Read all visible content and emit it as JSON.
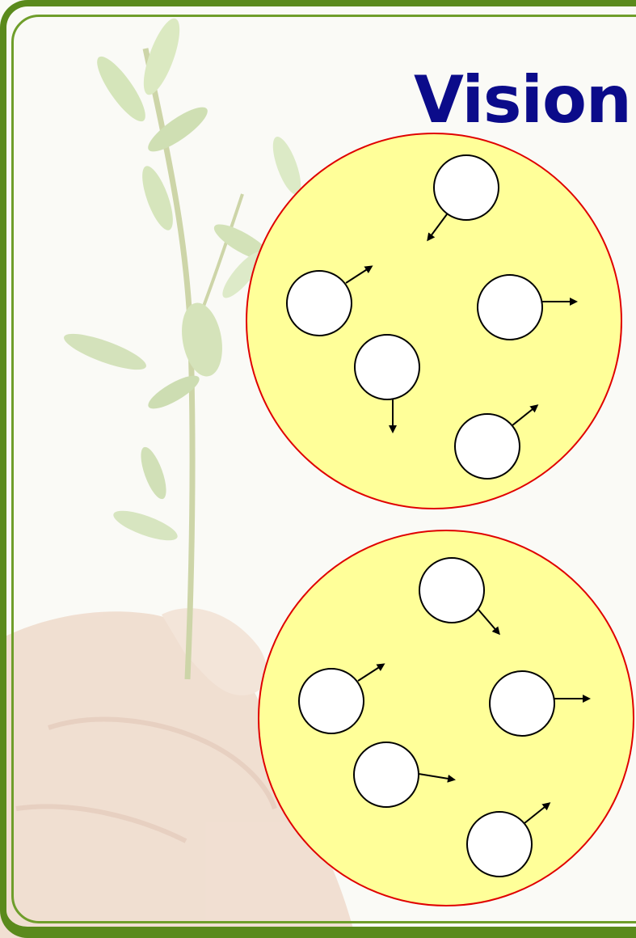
{
  "slide": {
    "title": "Vision"
  },
  "colors": {
    "title": "#0b0b8a",
    "frame": "#5a8a1c",
    "group_fill": "#ffff99",
    "group_stroke": "#e00000",
    "node_fill": "#ffffff",
    "node_stroke": "#000000",
    "arrow": "#000000"
  },
  "background_image": "hand-holding-seedling",
  "diagram": {
    "groups": [
      {
        "name": "group-top",
        "nodes": [
          {
            "name": "node-1",
            "direction": "down-left"
          },
          {
            "name": "node-2",
            "direction": "up-right"
          },
          {
            "name": "node-3",
            "direction": "right"
          },
          {
            "name": "node-4",
            "direction": "down"
          },
          {
            "name": "node-5",
            "direction": "up-right"
          }
        ]
      },
      {
        "name": "group-bottom",
        "nodes": [
          {
            "name": "node-1",
            "direction": "down-right"
          },
          {
            "name": "node-2",
            "direction": "up-right"
          },
          {
            "name": "node-3",
            "direction": "right"
          },
          {
            "name": "node-4",
            "direction": "right"
          },
          {
            "name": "node-5",
            "direction": "up-right"
          }
        ]
      }
    ]
  }
}
